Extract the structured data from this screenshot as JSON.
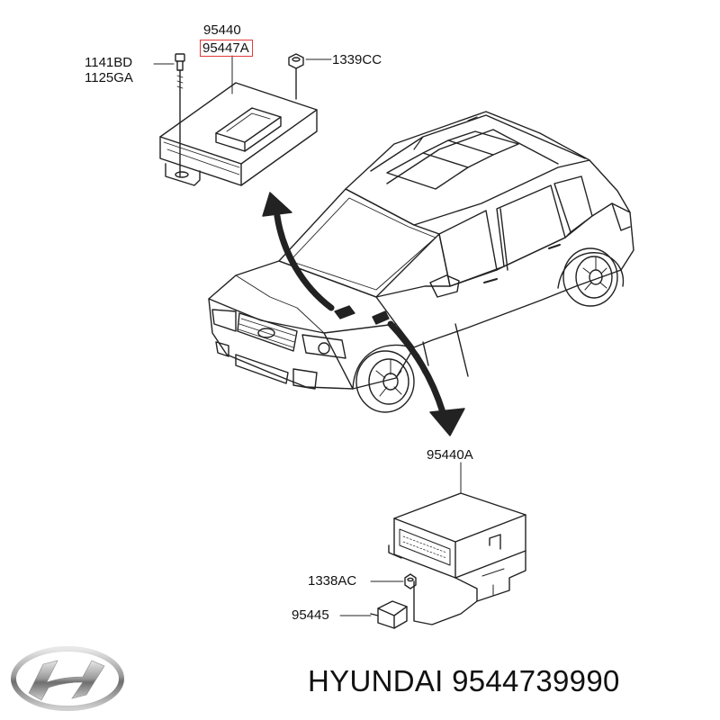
{
  "labels": {
    "ecm_module": "95440",
    "ecm_module_alt": "95447A",
    "bolt_a": "1141BD",
    "bolt_b": "1125GA",
    "nut_top": "1339CC",
    "tcm_module": "95440A",
    "nut_bottom": "1338AC",
    "bracket": "95445"
  },
  "brand": {
    "maker": "HYUNDAI",
    "part_number": "9544739990",
    "logo_icon": "hyundai-logo-icon"
  },
  "colors": {
    "highlight": "#e43a3a",
    "line": "#222222"
  }
}
